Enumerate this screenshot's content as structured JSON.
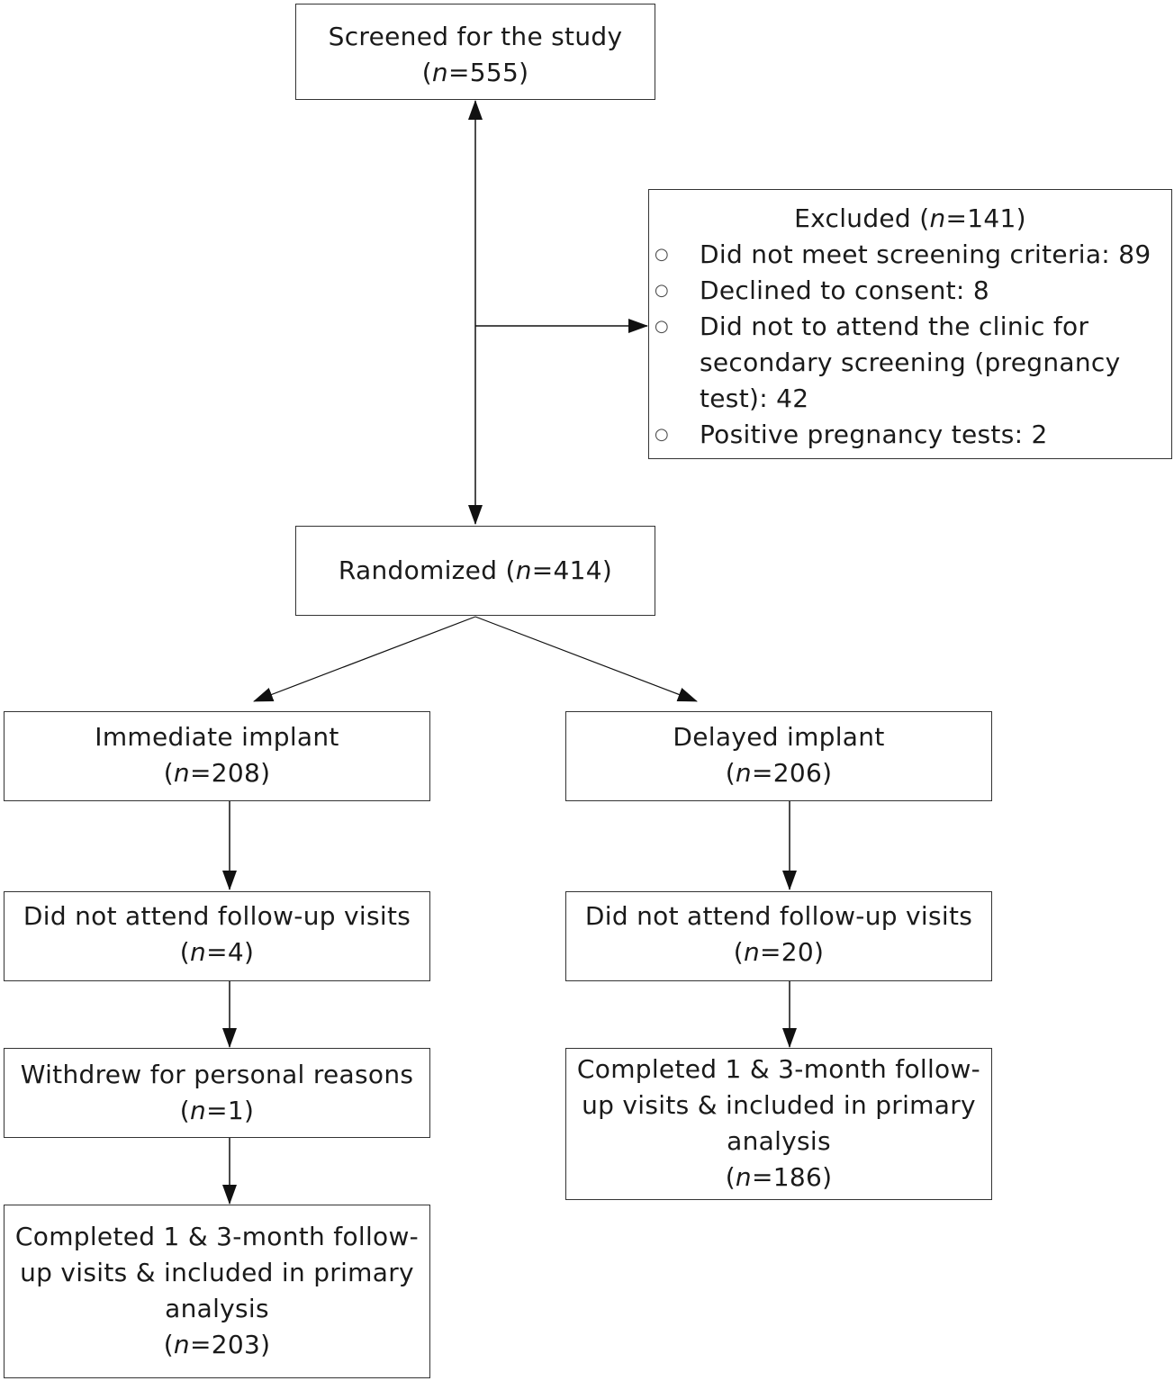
{
  "screened": {
    "line1": "Screened for the study",
    "n": "555"
  },
  "excluded": {
    "title": "Excluded",
    "n": "141",
    "items": [
      {
        "lines": [
          "Did not meet screening criteria: 89"
        ]
      },
      {
        "lines": [
          "Declined to consent: 8"
        ]
      },
      {
        "lines": [
          "Did not to attend the clinic for",
          "secondary screening (pregnancy",
          "test): 42"
        ]
      },
      {
        "lines": [
          "Positive pregnancy tests: 2"
        ]
      }
    ]
  },
  "randomized": {
    "label": "Randomized",
    "n": "414"
  },
  "immediate": {
    "line1": "Immediate implant",
    "n": "208"
  },
  "delayed": {
    "line1": "Delayed implant",
    "n": "206"
  },
  "imm_no_follow": {
    "line1": "Did not attend follow-up visits",
    "n": "4"
  },
  "del_no_follow": {
    "line1": "Did not attend follow-up visits",
    "n": "20"
  },
  "imm_withdrew": {
    "line1": "Withdrew for personal reasons",
    "n": "1"
  },
  "imm_completed": {
    "lines": [
      "Completed 1 & 3-month follow-",
      "up visits & included in primary",
      "analysis"
    ],
    "n": "203"
  },
  "del_completed": {
    "lines": [
      "Completed 1 & 3-month follow-",
      "up visits & included in primary",
      "analysis"
    ],
    "n": "186"
  },
  "n_symbol": "n"
}
